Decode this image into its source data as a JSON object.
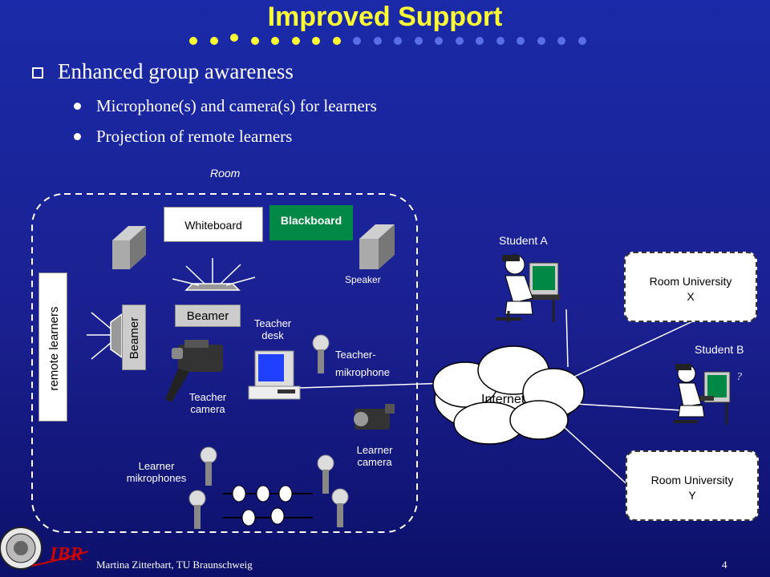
{
  "slide": {
    "title": "Improved Support",
    "bullets": [
      "Enhanced group awareness",
      "Microphone(s) and camera(s) for learners",
      "Projection of remote learners"
    ]
  },
  "diagram": {
    "room_label": "Room",
    "whiteboard": "Whiteboard",
    "blackboard": "Blackboard",
    "speaker": "Speaker",
    "beamer_top": "Beamer",
    "beamer_side": "Beamer",
    "remote_learners": "remote learners",
    "teacher_desk": "Teacher desk",
    "teacher_mic": "Teacher- mikrophone",
    "teacher_camera": "Teacher camera",
    "learner_mics": "Learner mikrophones",
    "learner_camera": "Learner camera",
    "internet": "Internet",
    "student_a": "Student A",
    "student_b": "Student B",
    "room_x": "Room University X",
    "room_y": "Room University Y"
  },
  "footer": {
    "author": "Martina Zitterbart, TU Braunschweig",
    "page": "4",
    "logo_text": "IBR"
  },
  "colors": {
    "title": "#ffff33",
    "blackboard": "#008844",
    "dots_yellow": "#ffff33",
    "dots_blue": "#5a6ee8"
  }
}
